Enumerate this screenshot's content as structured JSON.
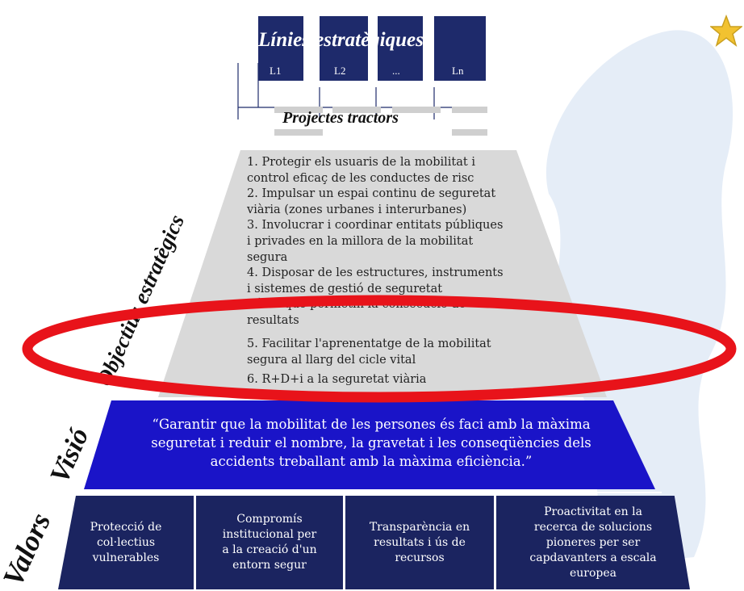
{
  "lines": {
    "heading": "Línies estratègiques",
    "labels": [
      "L1",
      "L2",
      "...",
      "Ln"
    ],
    "projects_heading": "Projectes tractors"
  },
  "objectives": {
    "side_label": "Objectius estratègics",
    "items": [
      "1.  Protegir els usuaris de la mobilitat i",
      "     control eficaç de les conductes de risc",
      "2.  Impulsar un espai continu de seguretat",
      "     viària (zones urbanes i interurbanes)",
      "3.  Involucrar i coordinar entitats públiques",
      "     i privades en la millora de la mobilitat",
      "     segura",
      "4.  Disposar de les estructures, instruments",
      "     i sistemes de gestió de seguretat",
      "     viària que permetin la consecució de",
      "     resultats",
      "5.  Facilitar l'aprenentatge de la mobilitat",
      "     segura al llarg del cicle vital",
      "6.  R+D+i a la seguretat viària"
    ]
  },
  "vision": {
    "side_label": "Visió",
    "lines": [
      "“Garantir que la mobilitat de les persones és faci amb la màxima",
      "seguretat i reduir el nombre, la gravetat i les conseqüències dels",
      "accidents treballant amb la màxima eficiència.”"
    ]
  },
  "values": {
    "side_label": "Valors",
    "cells": [
      [
        "Protecció de",
        "col·lectius",
        "vulnerables"
      ],
      [
        "Compromís",
        "institucional per",
        "a la creació d'un",
        "entorn segur"
      ],
      [
        "Transparència en",
        "resultats i ús de",
        "recursos"
      ],
      [
        "Proactivitat en la",
        "recerca de solucions",
        "pioneres per ser",
        "capdavanters a escala",
        "europea"
      ]
    ]
  },
  "colors": {
    "navy": "#1e2a6b",
    "blue": "#1a14c8",
    "gray": "#d9d9d9",
    "highlight": "#e8131a",
    "star": "#f2c230"
  },
  "icons": {
    "corner": "star-icon"
  }
}
